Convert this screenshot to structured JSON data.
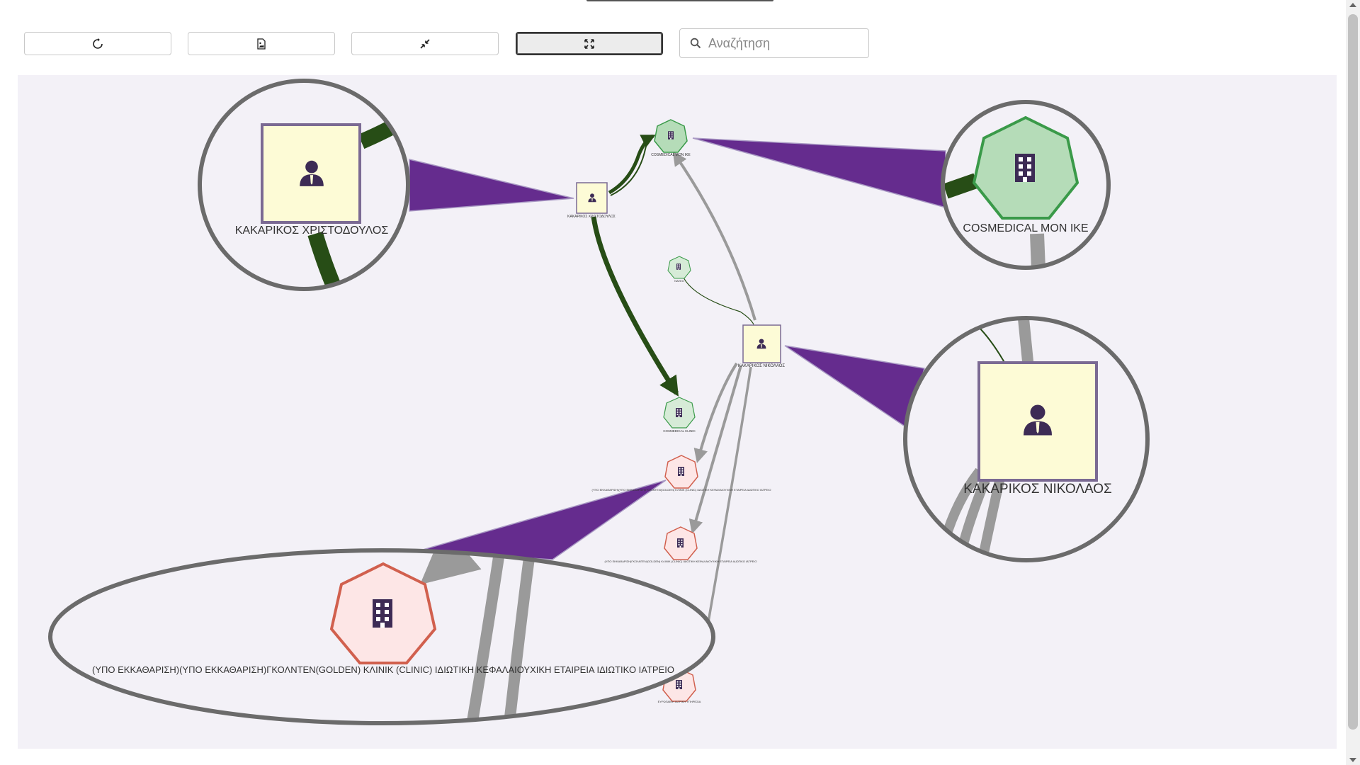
{
  "toolbar": {
    "buttons": [
      {
        "name": "refresh-button",
        "icon": "refresh-icon"
      },
      {
        "name": "export-image-button",
        "icon": "image-file-icon"
      },
      {
        "name": "collapse-button",
        "icon": "compress-icon"
      },
      {
        "name": "fullscreen-button",
        "icon": "expand-icon",
        "active": true
      }
    ],
    "search": {
      "placeholder": "Αναζήτηση",
      "value": ""
    }
  },
  "graph": {
    "colors": {
      "person_fill": "#fdfbd6",
      "person_border": "#7b6a93",
      "company_green_fill": "#b5dcb8",
      "company_green_border": "#3a9a49",
      "company_red_fill": "#fde6e6",
      "company_red_border": "#d1604e",
      "edge_dark_green": "#274d16",
      "edge_gray": "#9a9a9a",
      "magnifier_purple": "#652c8e",
      "magnifier_ring": "#6b6b6b",
      "icon_purple": "#3d2b55"
    },
    "nodes": {
      "kakarikos_christodoulos": {
        "label": "ΚΑΚΑΡΙΚΟΣ ΧΡΙΣΤΟΔΟΥΛΟΣ",
        "type": "person"
      },
      "cosmedical_mon_ike": {
        "label": "COSMEDICAL MON IKE",
        "type": "company"
      },
      "kakarikos_nikolaos": {
        "label": "ΚΑΚΑΡΙΚΟΣ ΝΙΚΟΛΑΟΣ",
        "type": "person"
      },
      "golden_clinic": {
        "label": "(ΥΠΟ ΕΚΚΑΘΑΡΙΣΗ)(ΥΠΟ ΕΚΚΑΘΑΡΙΣΗ)ΓΚΟΛΝΤΕΝ(GOLDEN) ΚΛΙΝΙΚ (CLINIC) ΙΔΙΩΤΙΚΗ ΚΕΦΑΛΑΙΟΥΧΙΚΗ ΕΤΑΙΡΕΙΑ ΙΔΙΩΤΙΚΟ ΙΑΤΡΕΙΟ",
        "type": "company"
      },
      "cosmedical_clinic": {
        "label": "COSMEDICAL CLINIC",
        "type": "company"
      },
      "small_company_1": {
        "label": "NAVEO",
        "type": "company"
      },
      "golden_clinic_2": {
        "label": "(ΥΠΟ ΕΚΚΑΘΑΡΙΣΗ)ΓΚΟΛΝΤΕΝ(GOLDEN) ΚΛΙΝΙΚ (CLINIC) ΙΔΙΩΤΙΚΗ ΚΕΦΑΛΑΙΟΥΧΙΚΗ ΕΤΑΙΡΕΙΑ ΙΔΙΩΤΙΚΟ ΙΑΤΡΕΙΟ",
        "type": "company"
      },
      "bottom_company": {
        "label": "ΕΥΡΩΠΑΪΚΗ ΙΑΤΡΙΚΗ ΥΠΗΡΕΣΙΑ",
        "type": "company"
      }
    }
  }
}
